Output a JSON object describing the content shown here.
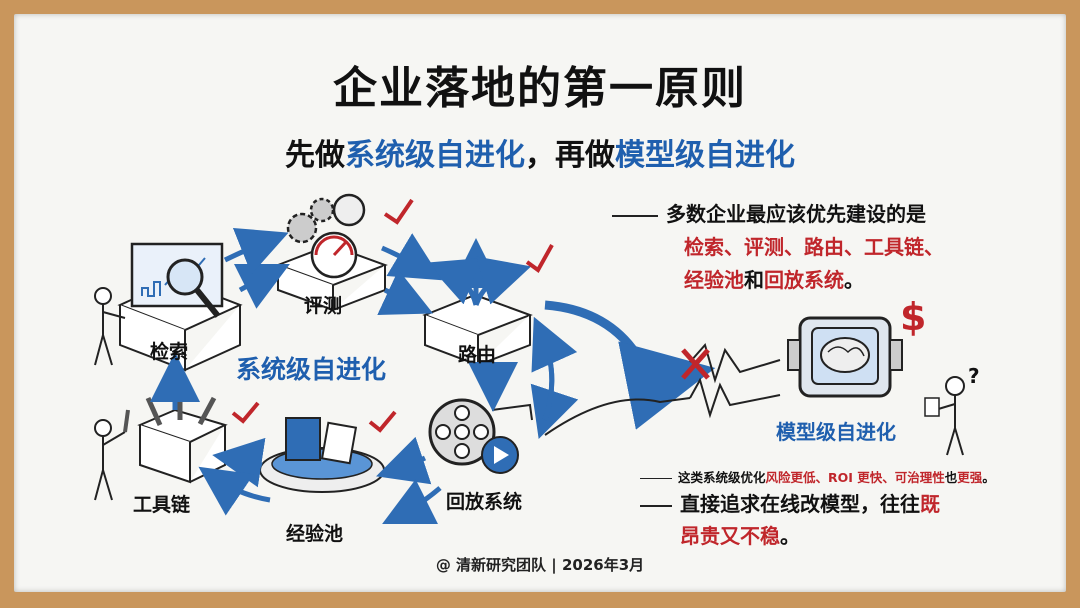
{
  "title": "企业落地的第一原则",
  "subtitle": {
    "prefix": "先做",
    "system_level": "系统级自进化",
    "middle": "，再做",
    "model_level": "模型级自进化"
  },
  "right_panel": {
    "line1": "多数企业最应该优先建设的是",
    "line2": "检索、评测、路由、工具链、",
    "line3_red": "经验池",
    "line3_mid": "和",
    "line3_red2": "回放系统",
    "line3_end": "。"
  },
  "diagram_labels": {
    "retrieval": "检索",
    "evaluation": "评测",
    "routing": "路由",
    "toolchain": "工具链",
    "experience_pool": "经验池",
    "replay_system": "回放系统",
    "center": "系统级自进化",
    "model": "模型级自进化"
  },
  "note_small": {
    "prefix": "这类系统级优化",
    "risk": "风险更低、ROI 更快、可治理性",
    "mid": "也",
    "strong": "更强",
    "end": "。"
  },
  "note_bottom": {
    "line1": "直接追求在线改模型，往往",
    "line1_red": "既",
    "line2_red": "昂贵又不稳",
    "line2_end": "。"
  },
  "footer": "@ 清新研究团队 | 2026年3月",
  "icons": {
    "dollar": "$",
    "question": "?"
  },
  "colors": {
    "accent_blue": "#1f5fae",
    "accent_red": "#c0262b",
    "frame": "#c9965c"
  }
}
